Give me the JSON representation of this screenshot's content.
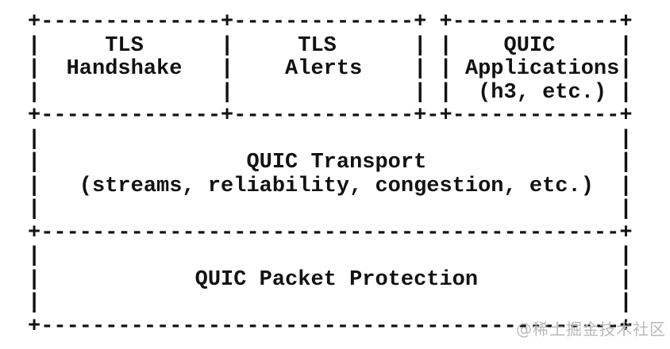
{
  "colors": {
    "background": "#ffffff",
    "ink": "#121212",
    "watermark": "#b9b9b9"
  },
  "diagram": {
    "type": "ascii-box-diagram",
    "lines": [
      "+--------------+--------------+ +-------------+",
      "|     TLS      |     TLS      | |    QUIC     |",
      "|  Handshake   |    Alerts    | | Applications|",
      "|              |              | |  (h3, etc.) |",
      "+--------------+--------------+-+-------------+",
      "|                                             |",
      "|                QUIC Transport               |",
      "|   (streams, reliability, congestion, etc.)  |",
      "|                                             |",
      "+---------------------------------------------+",
      "|                                             |",
      "|            QUIC Packet Protection           |",
      "|                                             |",
      "+---------------------------------------------+"
    ],
    "boxes": [
      {
        "label": "TLS Handshake"
      },
      {
        "label": "TLS Alerts"
      },
      {
        "label": "QUIC Applications (h3, etc.)"
      },
      {
        "label": "QUIC Transport (streams, reliability, congestion, etc.)"
      },
      {
        "label": "QUIC Packet Protection"
      }
    ]
  },
  "watermark": {
    "text": "@稀土掘金技术社区"
  }
}
